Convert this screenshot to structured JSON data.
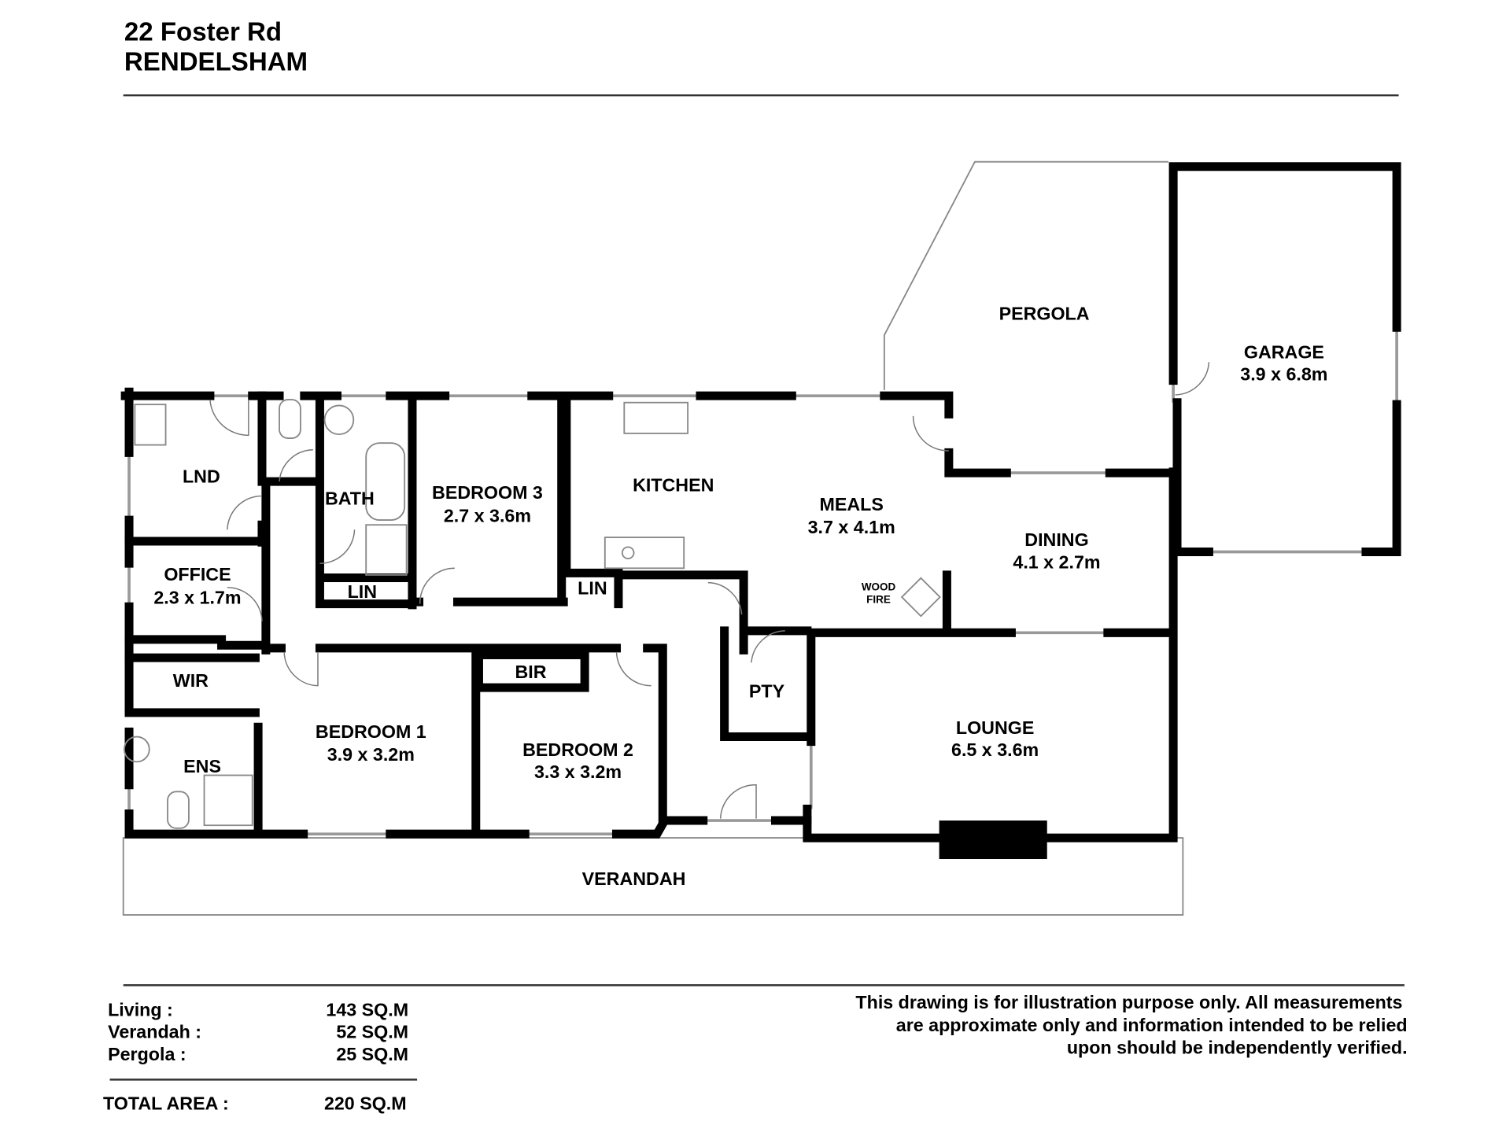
{
  "header": {
    "address_line1": "22 Foster Rd",
    "address_line2": "RENDELSHAM"
  },
  "rooms": {
    "lnd": {
      "name": "LND"
    },
    "office": {
      "name": "OFFICE",
      "size": "2.3 x 1.7m"
    },
    "wir": {
      "name": "WIR"
    },
    "ens": {
      "name": "ENS"
    },
    "bath": {
      "name": "BATH"
    },
    "lin1": {
      "name": "LIN"
    },
    "lin2": {
      "name": "LIN"
    },
    "bedroom3": {
      "name": "BEDROOM 3",
      "size": "2.7 x 3.6m"
    },
    "kitchen": {
      "name": "KITCHEN"
    },
    "meals": {
      "name": "MEALS",
      "size": "3.7 x 4.1m"
    },
    "wood_fire": {
      "line1": "WOOD",
      "line2": "FIRE"
    },
    "dining": {
      "name": "DINING",
      "size": "4.1 x 2.7m"
    },
    "pergola": {
      "name": "PERGOLA"
    },
    "garage": {
      "name": "GARAGE",
      "size": "3.9 x 6.8m"
    },
    "bedroom1": {
      "name": "BEDROOM 1",
      "size": "3.9 x 3.2m"
    },
    "bir": {
      "name": "BIR"
    },
    "bedroom2": {
      "name": "BEDROOM 2",
      "size": "3.3 x 3.2m"
    },
    "pty": {
      "name": "PTY"
    },
    "lounge": {
      "name": "LOUNGE",
      "size": "6.5 x 3.6m"
    },
    "verandah": {
      "name": "VERANDAH"
    }
  },
  "areas": {
    "rows": [
      {
        "label": "Living :",
        "value": "143 SQ.M"
      },
      {
        "label": "Verandah :",
        "value": "52 SQ.M"
      },
      {
        "label": "Pergola :",
        "value": "25 SQ.M"
      }
    ],
    "total": {
      "label": "TOTAL AREA :",
      "value": "220 SQ.M"
    }
  },
  "disclaimer": {
    "line1": "This drawing is for illustration purpose only. All measurements",
    "line2": "are approximate only and information intended to be relied",
    "line3": "upon should be independently verified."
  }
}
